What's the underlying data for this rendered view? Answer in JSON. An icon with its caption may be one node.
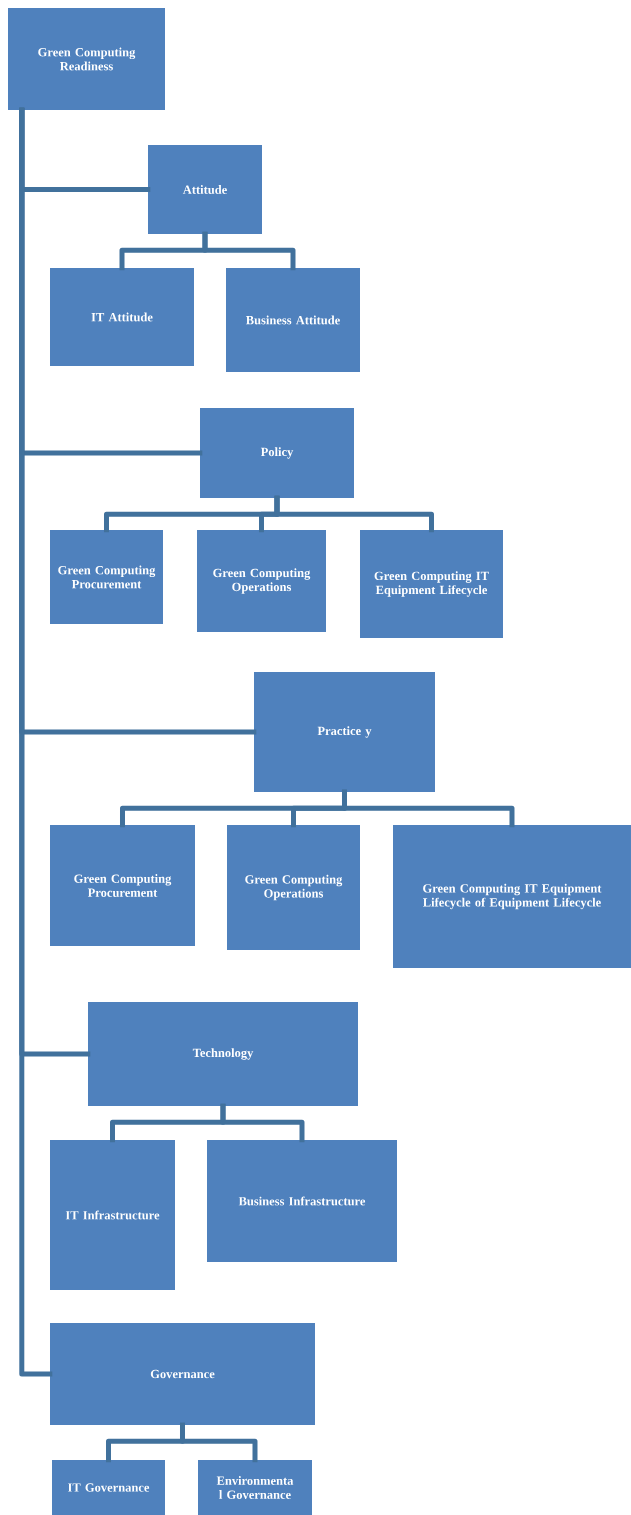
{
  "diagram": {
    "nodes": [
      {
        "text": [
          "Green Computing Readiness"
        ]
      },
      {
        "text": [
          "Attitude"
        ]
      },
      {
        "text": [
          "IT Attitude"
        ]
      },
      {
        "text": [
          "Business Attitude"
        ]
      },
      {
        "text": [
          "Policy"
        ]
      },
      {
        "text": [
          "Green Computing Procurement"
        ]
      },
      {
        "text": [
          "Green Computing Operations"
        ]
      },
      {
        "text": [
          "Green Computing IT Equipment Lifecycle"
        ]
      },
      {
        "text": [
          "Practice y"
        ]
      },
      {
        "text": [
          "Green Computing Procurement"
        ]
      },
      {
        "text": [
          "Green Computing Operations"
        ]
      },
      {
        "text": [
          "Green Computing IT Equipment Lifecycle of Equipment Lifecycle"
        ]
      },
      {
        "text": [
          "Technology"
        ]
      },
      {
        "text": [
          "IT Infrastructure"
        ]
      },
      {
        "text": [
          "Business Infrastructure"
        ]
      },
      {
        "text": [
          "Governance"
        ]
      },
      {
        "text": [
          "IT Governance"
        ]
      },
      {
        "text": [
          "Environmenta l Governance"
        ]
      }
    ],
    "edges": [
      {
        "from": 0,
        "to": 1,
        "arrow": "none"
      },
      {
        "from": 1,
        "to": 2,
        "arrow": "none"
      },
      {
        "from": 1,
        "to": 3,
        "arrow": "none"
      },
      {
        "from": 0,
        "to": 4,
        "arrow": "none"
      },
      {
        "from": 4,
        "to": 5,
        "arrow": "none"
      },
      {
        "from": 4,
        "to": 6,
        "arrow": "none"
      },
      {
        "from": 4,
        "to": 7,
        "arrow": "none"
      },
      {
        "from": 0,
        "to": 8,
        "arrow": "none"
      },
      {
        "from": 8,
        "to": 9,
        "arrow": "none"
      },
      {
        "from": 8,
        "to": 10,
        "arrow": "none"
      },
      {
        "from": 8,
        "to": 11,
        "arrow": "none"
      },
      {
        "from": 0,
        "to": 12,
        "arrow": "none"
      },
      {
        "from": 12,
        "to": 13,
        "arrow": "none"
      },
      {
        "from": 12,
        "to": 14,
        "arrow": "none"
      },
      {
        "from": 0,
        "to": 15,
        "arrow": "none"
      },
      {
        "from": 15,
        "to": 16,
        "arrow": "none"
      },
      {
        "from": 15,
        "to": 17,
        "arrow": "none"
      }
    ]
  }
}
